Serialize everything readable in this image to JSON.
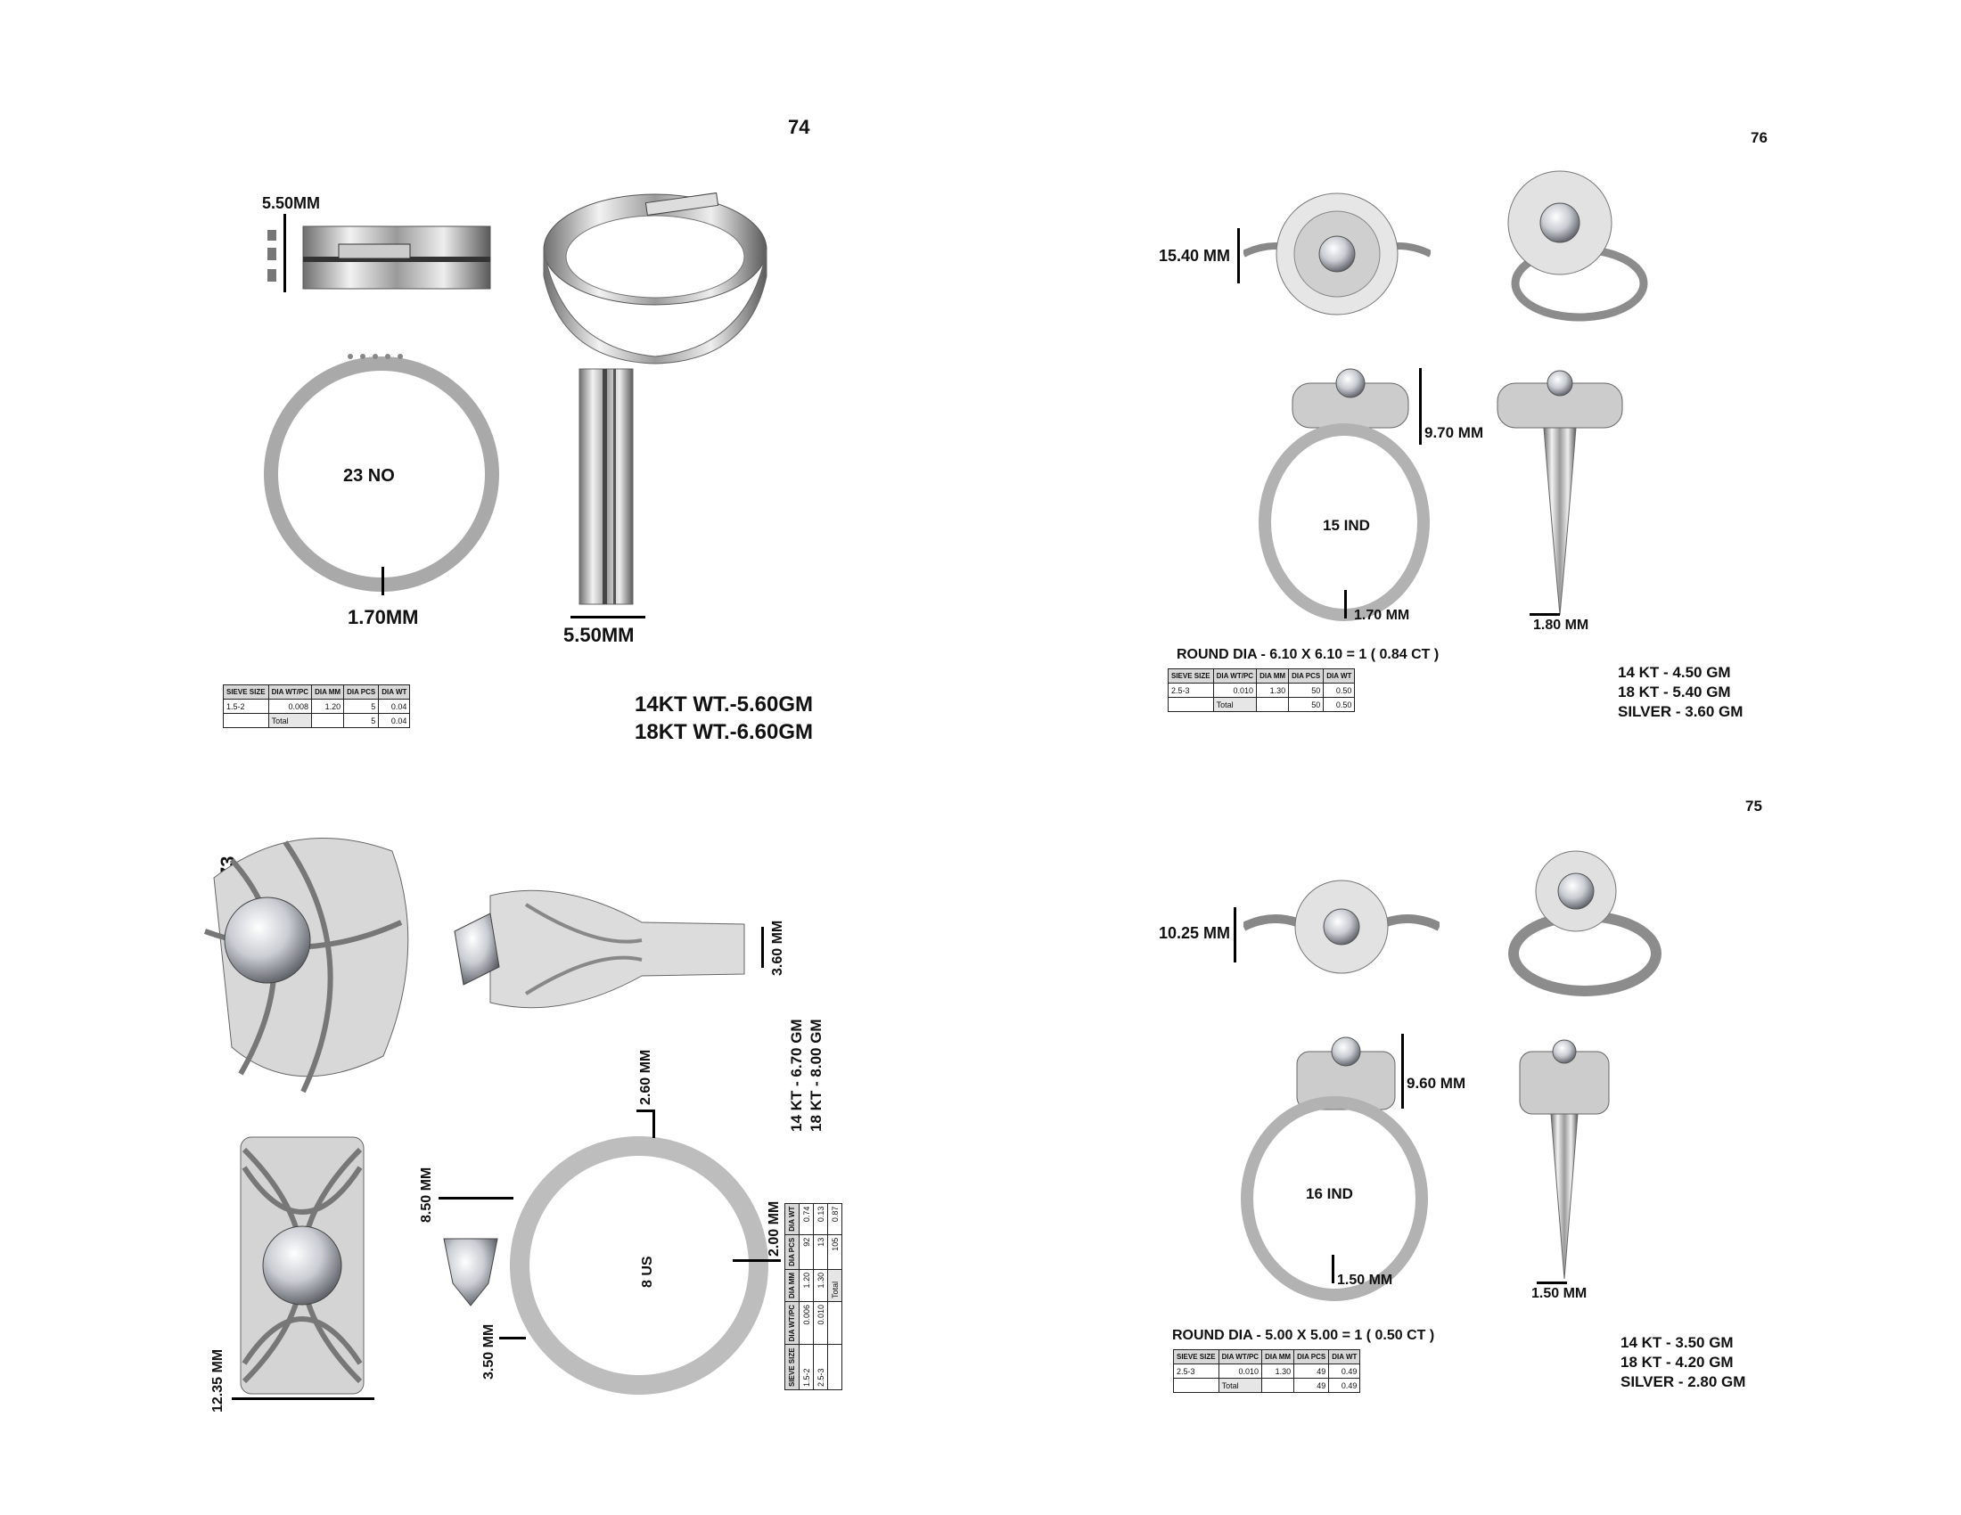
{
  "p74": {
    "page_no": "74",
    "dim_top": "5.50MM",
    "size": "23 NO",
    "dim_shank": "1.70MM",
    "dim_width": "5.50MM",
    "weights": [
      "14KT WT.-5.60GM",
      "18KT WT.-6.60GM"
    ],
    "table": {
      "headers": [
        "SIEVE SIZE",
        "DIA WT/PC",
        "DIA MM",
        "DIA PCS",
        "DIA WT"
      ],
      "row": [
        "1.5-2",
        "0.008",
        "1.20",
        "5",
        "0.04"
      ],
      "total_label": "Total",
      "total_pcs": "5",
      "total_wt": "0.04"
    }
  },
  "p76": {
    "page_no": "76",
    "dim_top": "15.40 MM",
    "dim_height": "9.70 MM",
    "size": "15 IND",
    "dim_shank": "1.70 MM",
    "dim_side": "1.80 MM",
    "round_dia": "ROUND DIA - 6.10 X 6.10 = 1 ( 0.84 CT )",
    "weights": [
      "14 KT - 4.50 GM",
      "18 KT - 5.40 GM",
      "SILVER - 3.60 GM"
    ],
    "table": {
      "headers": [
        "SIEVE SIZE",
        "DIA WT/PC",
        "DIA MM",
        "DIA PCS",
        "DIA WT"
      ],
      "row": [
        "2.5-3",
        "0.010",
        "1.30",
        "50",
        "0.50"
      ],
      "total_label": "Total",
      "total_pcs": "50",
      "total_wt": "0.50"
    }
  },
  "p73": {
    "page_no": "73",
    "dim_side": "3.60 MM",
    "weights": [
      "14 KT - 6.70 GM",
      "18 KT - 8.00 GM"
    ],
    "dim_top": "2.60 MM",
    "dim_head": "8.50 MM",
    "dim_shank": "2.00 MM",
    "dim_bottom": "3.50 MM",
    "dim_front": "12.35 MM",
    "size": "8 US",
    "table": {
      "headers": [
        "SIEVE SIZE",
        "DIA WT/PC",
        "DIA MM",
        "DIA PCS",
        "DIA WT"
      ],
      "rows": [
        [
          "1.5-2",
          "0.006",
          "1.20",
          "92",
          "0.74"
        ],
        [
          "2.5-3",
          "0.010",
          "1.30",
          "13",
          "0.13"
        ]
      ],
      "total_label": "Total",
      "total_pcs": "105",
      "total_wt": "0.87"
    }
  },
  "p75": {
    "page_no": "75",
    "dim_top": "10.25 MM",
    "dim_height": "9.60 MM",
    "size": "16 IND",
    "dim_shank": "1.50 MM",
    "dim_side": "1.50 MM",
    "round_dia": "ROUND DIA - 5.00 X 5.00 = 1 ( 0.50 CT )",
    "weights": [
      "14 KT - 3.50 GM",
      "18 KT - 4.20 GM",
      "SILVER - 2.80 GM"
    ],
    "table": {
      "headers": [
        "SIEVE SIZE",
        "DIA WT/PC",
        "DIA MM",
        "DIA PCS",
        "DIA WT"
      ],
      "row": [
        "2.5-3",
        "0.010",
        "1.30",
        "49",
        "0.49"
      ],
      "total_label": "Total",
      "total_pcs": "49",
      "total_wt": "0.49"
    }
  }
}
